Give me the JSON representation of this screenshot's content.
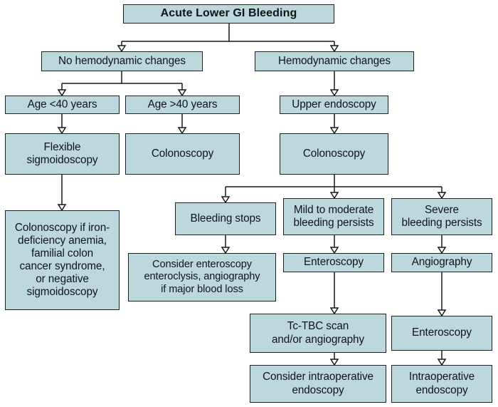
{
  "diagram": {
    "title": "Acute Lower GI Bleeding",
    "colors": {
      "node_fill": "#bcd8dd",
      "node_border": "#1b2224",
      "edge": "#14191b",
      "background": "#ffffff",
      "text": "#101416"
    },
    "nodes": [
      {
        "id": "root",
        "label": "Acute Lower GI Bleeding"
      },
      {
        "id": "no_hemo",
        "label": "No hemodynamic changes"
      },
      {
        "id": "hemo",
        "label": "Hemodynamic changes"
      },
      {
        "id": "age_lt40",
        "label": "Age <40 years"
      },
      {
        "id": "age_gt40",
        "label": "Age >40 years"
      },
      {
        "id": "upper_endoscopy",
        "label": "Upper endoscopy"
      },
      {
        "id": "flex_sig",
        "label": "Flexible\nsigmoidoscopy"
      },
      {
        "id": "colonoscopy_l",
        "label": "Colonoscopy"
      },
      {
        "id": "colonoscopy_r",
        "label": "Colonoscopy"
      },
      {
        "id": "colo_if_iron",
        "label": "Colonoscopy if iron-\ndeficiency anemia,\nfamilial colon\ncancer syndrome,\nor negative\nsigmoidoscopy"
      },
      {
        "id": "bleeding_stops",
        "label": "Bleeding stops"
      },
      {
        "id": "mild_mod",
        "label": "Mild to moderate\nbleeding persists"
      },
      {
        "id": "severe",
        "label": "Severe\nbleeding persists"
      },
      {
        "id": "consider_entero",
        "label": "Consider enteroscopy\nenteroclysis, angiography\nif major blood loss"
      },
      {
        "id": "enteroscopy_m",
        "label": "Enteroscopy"
      },
      {
        "id": "angiography",
        "label": "Angiography"
      },
      {
        "id": "tc_tbc",
        "label": "Tc-TBC scan\nand/or angiography"
      },
      {
        "id": "enteroscopy_s",
        "label": "Enteroscopy"
      },
      {
        "id": "consider_intra",
        "label": "Consider intraoperative\nendoscopy"
      },
      {
        "id": "intra_endo",
        "label": "Intraoperative\nendoscopy"
      }
    ]
  }
}
